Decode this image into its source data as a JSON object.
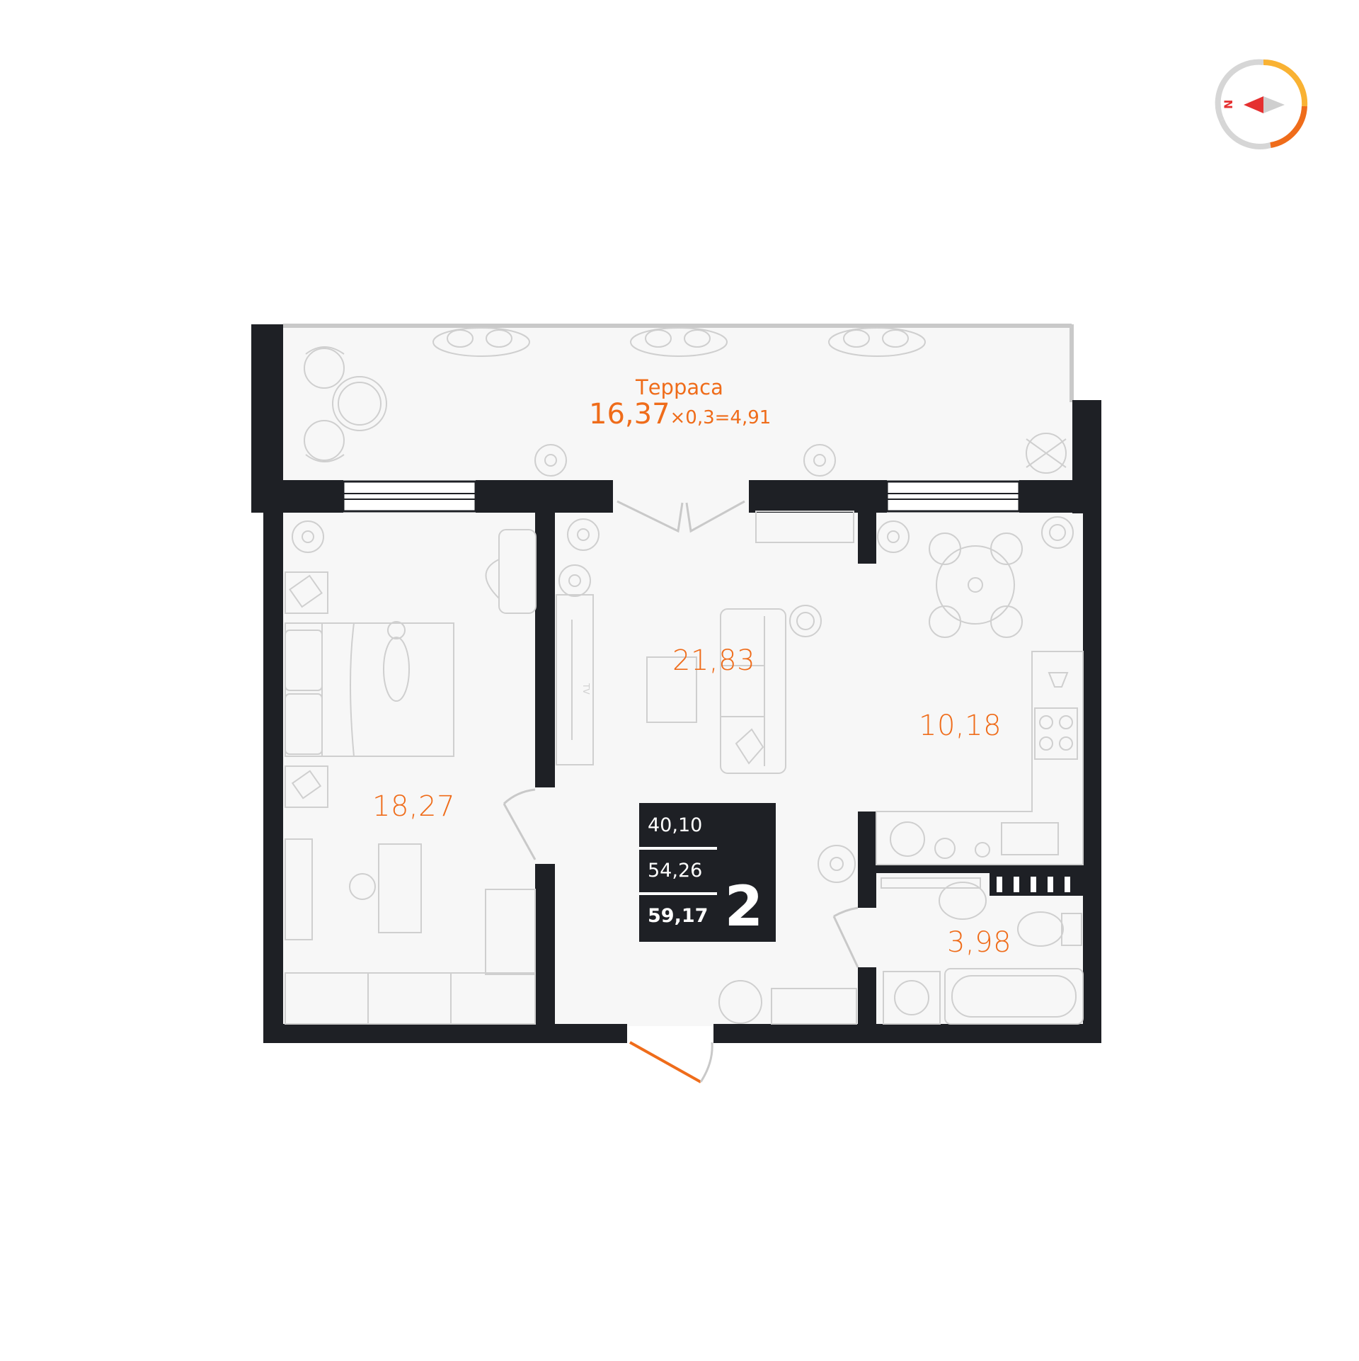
{
  "colors": {
    "wall": "#1e2025",
    "accent": "#ef6c1a",
    "floor": "#f7f7f7",
    "furniture": "#cfcfcf"
  },
  "compass": {
    "north_label": "N"
  },
  "terrace": {
    "name": "Терраса",
    "area": "16,37",
    "formula": "×0,3=4,91"
  },
  "rooms": {
    "bedroom": {
      "area": "18,27"
    },
    "living": {
      "area": "21,83"
    },
    "kitchen": {
      "area": "10,18"
    },
    "bathroom": {
      "area": "3,98"
    }
  },
  "summary": {
    "living_area": "40,10",
    "total_area": "54,26",
    "total_with_terrace": "59,17",
    "room_count": "2"
  },
  "furniture": {
    "tv_label": "TV"
  }
}
